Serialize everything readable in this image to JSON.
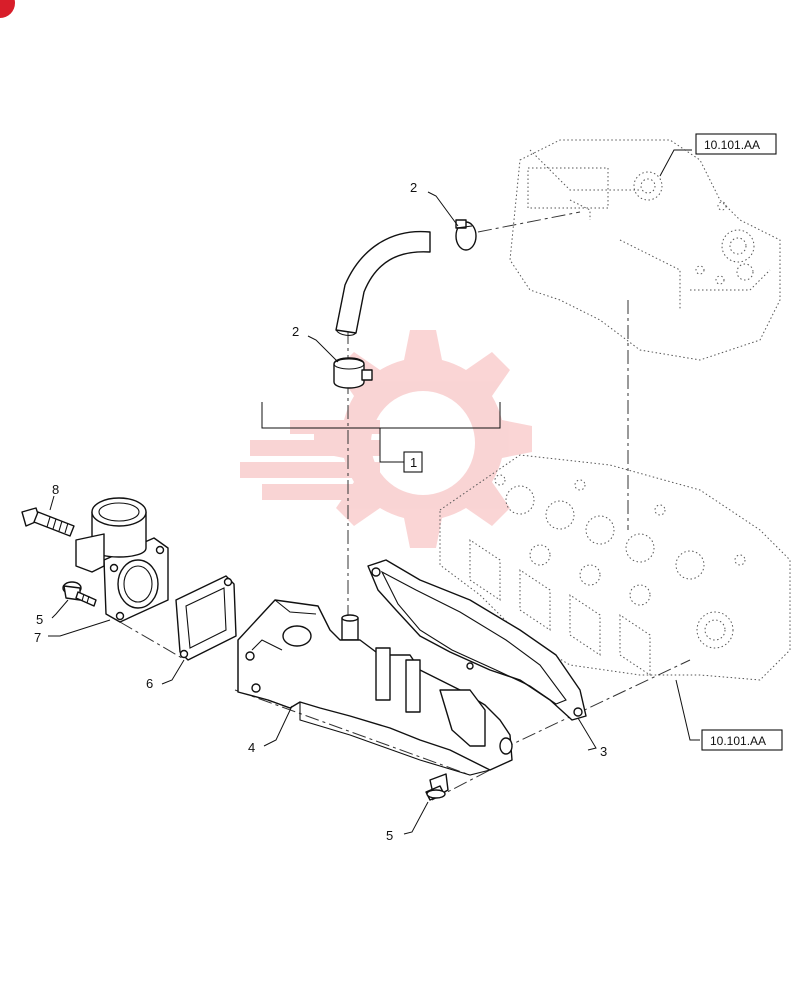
{
  "callouts": {
    "c1": "1",
    "c2a": "2",
    "c2b": "2",
    "c3": "3",
    "c4": "4",
    "c5a": "5",
    "c5b": "5",
    "c6": "6",
    "c7": "7",
    "c8": "8"
  },
  "references": {
    "top": "10.101.AA",
    "bottom": "10.101.AA"
  },
  "colors": {
    "corner_marker": "#d81e2a",
    "watermark": "#f3a2a2"
  }
}
